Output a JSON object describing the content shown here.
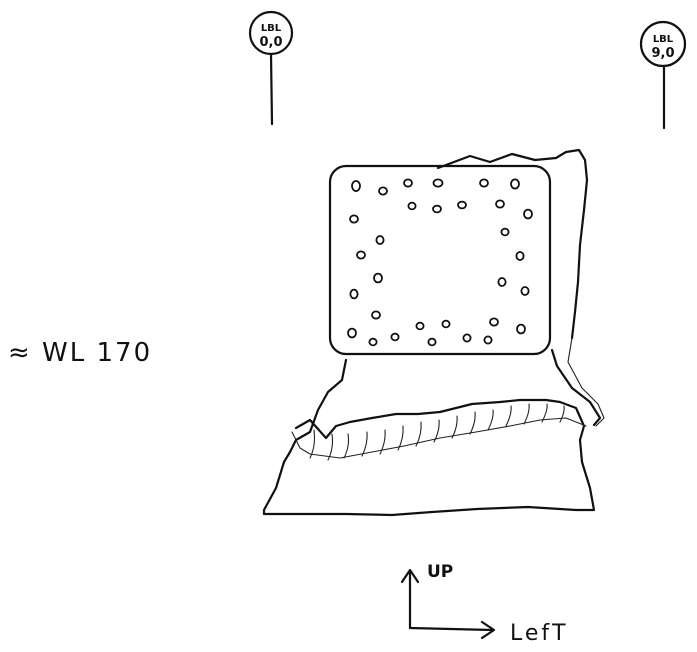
{
  "markers": [
    {
      "top": "LBL",
      "bottom": "0,0"
    },
    {
      "top": "LBL",
      "bottom": "9,0"
    }
  ],
  "water_level_note": "≈ WL 170",
  "orientation": {
    "up_label": "UP",
    "left_label": "LefT"
  }
}
